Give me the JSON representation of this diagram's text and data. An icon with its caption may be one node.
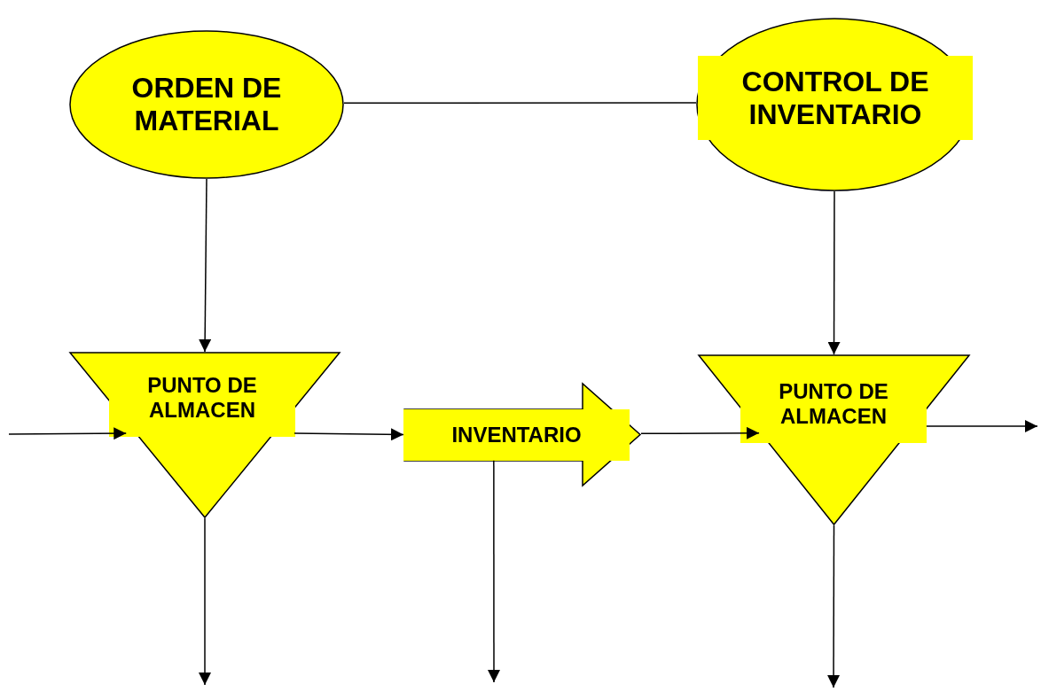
{
  "diagram": {
    "nodes": [
      {
        "text": [
          "ORDEN DE MATERIAL"
        ]
      },
      {
        "text": [
          "CONTROL DE INVENTARIO"
        ]
      },
      {
        "text": [
          "PUNTO DE ALMACEN"
        ]
      },
      {
        "text": [
          "INVENTARIO"
        ]
      },
      {
        "text": [
          "PUNTO DE ALMACEN"
        ]
      }
    ],
    "edges": [
      {
        "from": 0,
        "to": 1,
        "arrow": "none"
      },
      {
        "from": 0,
        "to": 2,
        "arrow": "to"
      },
      {
        "from": 1,
        "to": 4,
        "arrow": "to"
      },
      {
        "from": null,
        "to": 2,
        "arrow": "to"
      },
      {
        "from": 2,
        "to": 3,
        "arrow": "to"
      },
      {
        "from": 3,
        "to": 4,
        "arrow": "to"
      },
      {
        "from": 4,
        "to": null,
        "arrow": "to"
      },
      {
        "from": 2,
        "to": null,
        "arrow": "to"
      },
      {
        "from": 3,
        "to": null,
        "arrow": "to"
      },
      {
        "from": 4,
        "to": null,
        "arrow": "to"
      }
    ]
  }
}
